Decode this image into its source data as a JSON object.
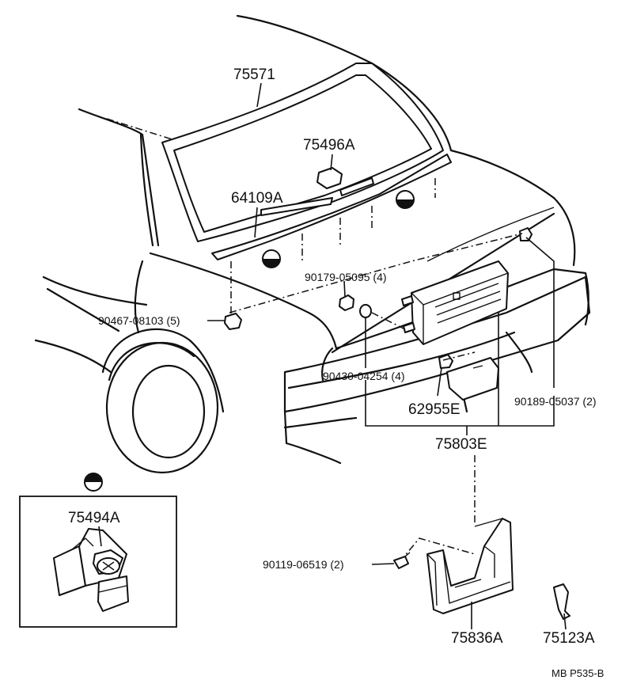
{
  "diagram": {
    "part_labels": {
      "p75571": "75571",
      "p75496A": "75496A",
      "p64109A": "64109A",
      "p90179": "90179-05095 (4)",
      "p90467": "90467-08103 (5)",
      "p90430": "90430-04254 (4)",
      "p62955E": "62955E",
      "p90189": "90189-05037 (2)",
      "p75803E": "75803E",
      "p75494A": "75494A",
      "p90119": "90119-06519 (2)",
      "p75836A": "75836A",
      "p75123A": "75123A"
    },
    "drawing_code": "MB  P535-B"
  }
}
